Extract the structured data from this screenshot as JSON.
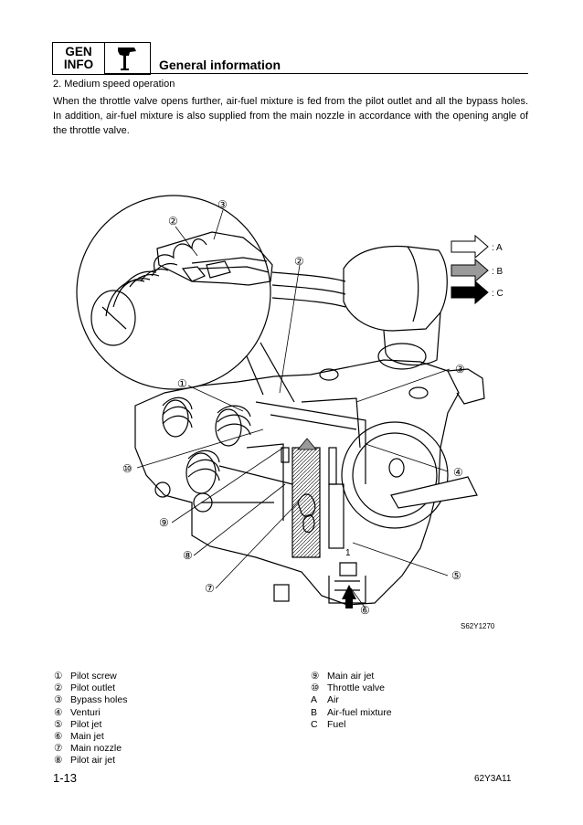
{
  "header": {
    "badge_line1": "GEN",
    "badge_line2": "INFO",
    "icon": "outboard-motor-icon",
    "title": "General information"
  },
  "section": {
    "title": "2. Medium speed operation",
    "body": "When the throttle valve opens further, air-fuel mixture is fed from the pilot outlet and all the bypass holes. In addition, air-fuel mixture is also supplied from the main nozzle in accordance with the opening angle of the throttle valve."
  },
  "figure": {
    "code": "S62Y1270",
    "arrow_key": [
      {
        "icon": "white-arrow-icon",
        "label": ": A"
      },
      {
        "icon": "gray-arrow-icon",
        "label": ": B"
      },
      {
        "icon": "black-arrow-icon",
        "label": ": C"
      }
    ],
    "callouts": [
      "①",
      "②",
      "③",
      "④",
      "⑤",
      "⑥",
      "⑦",
      "⑧",
      "⑨",
      "⑩",
      "②",
      "③",
      "1"
    ]
  },
  "legend_left": [
    {
      "mark": "①",
      "text": "Pilot screw"
    },
    {
      "mark": "②",
      "text": "Pilot outlet"
    },
    {
      "mark": "③",
      "text": "Bypass holes"
    },
    {
      "mark": "④",
      "text": "Venturi"
    },
    {
      "mark": "⑤",
      "text": "Pilot jet"
    },
    {
      "mark": "⑥",
      "text": "Main jet"
    },
    {
      "mark": "⑦",
      "text": "Main nozzle"
    },
    {
      "mark": "⑧",
      "text": "Pilot air jet"
    }
  ],
  "legend_right": [
    {
      "mark": "⑨",
      "text": "Main air jet"
    },
    {
      "mark": "⑩",
      "text": "Throttle valve"
    },
    {
      "mark": "A",
      "text": "Air"
    },
    {
      "mark": "B",
      "text": "Air-fuel mixture"
    },
    {
      "mark": "C",
      "text": "Fuel"
    }
  ],
  "footer": {
    "page": "1-13",
    "doc_code": "62Y3A11"
  },
  "colors": {
    "ink": "#000000",
    "paper": "#ffffff",
    "gray_arrow": "#9a9a9a"
  }
}
